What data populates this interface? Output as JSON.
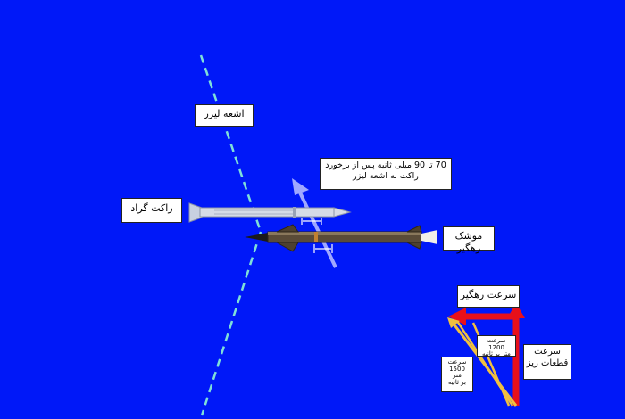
{
  "colors": {
    "background": "#0018f8",
    "laser_beam": "#7fe0d8",
    "velocity_vector": "#9fa8ff",
    "interceptor_velocity_arrow": "#e8101a",
    "fragment_velocity_arrows": "#f0c040"
  },
  "labels": {
    "laser_beam": "اشعه لیزر",
    "impact_time": "70 تا 90 میلی ثانیه پس از برخورد\nراکت به اشعه لیزر",
    "grad_rocket": "راکت گراد",
    "interceptor_missile": "موشک رهگیر",
    "interceptor_velocity": "سرعت رهگیر",
    "fragment_velocity": "سرعت\nقطعات ریز",
    "speed_1500": "سرعت\n1500\nمتر\nبر ثانیه",
    "speed_1200": "سرعت 1200\nمتر بر ثانیه"
  }
}
